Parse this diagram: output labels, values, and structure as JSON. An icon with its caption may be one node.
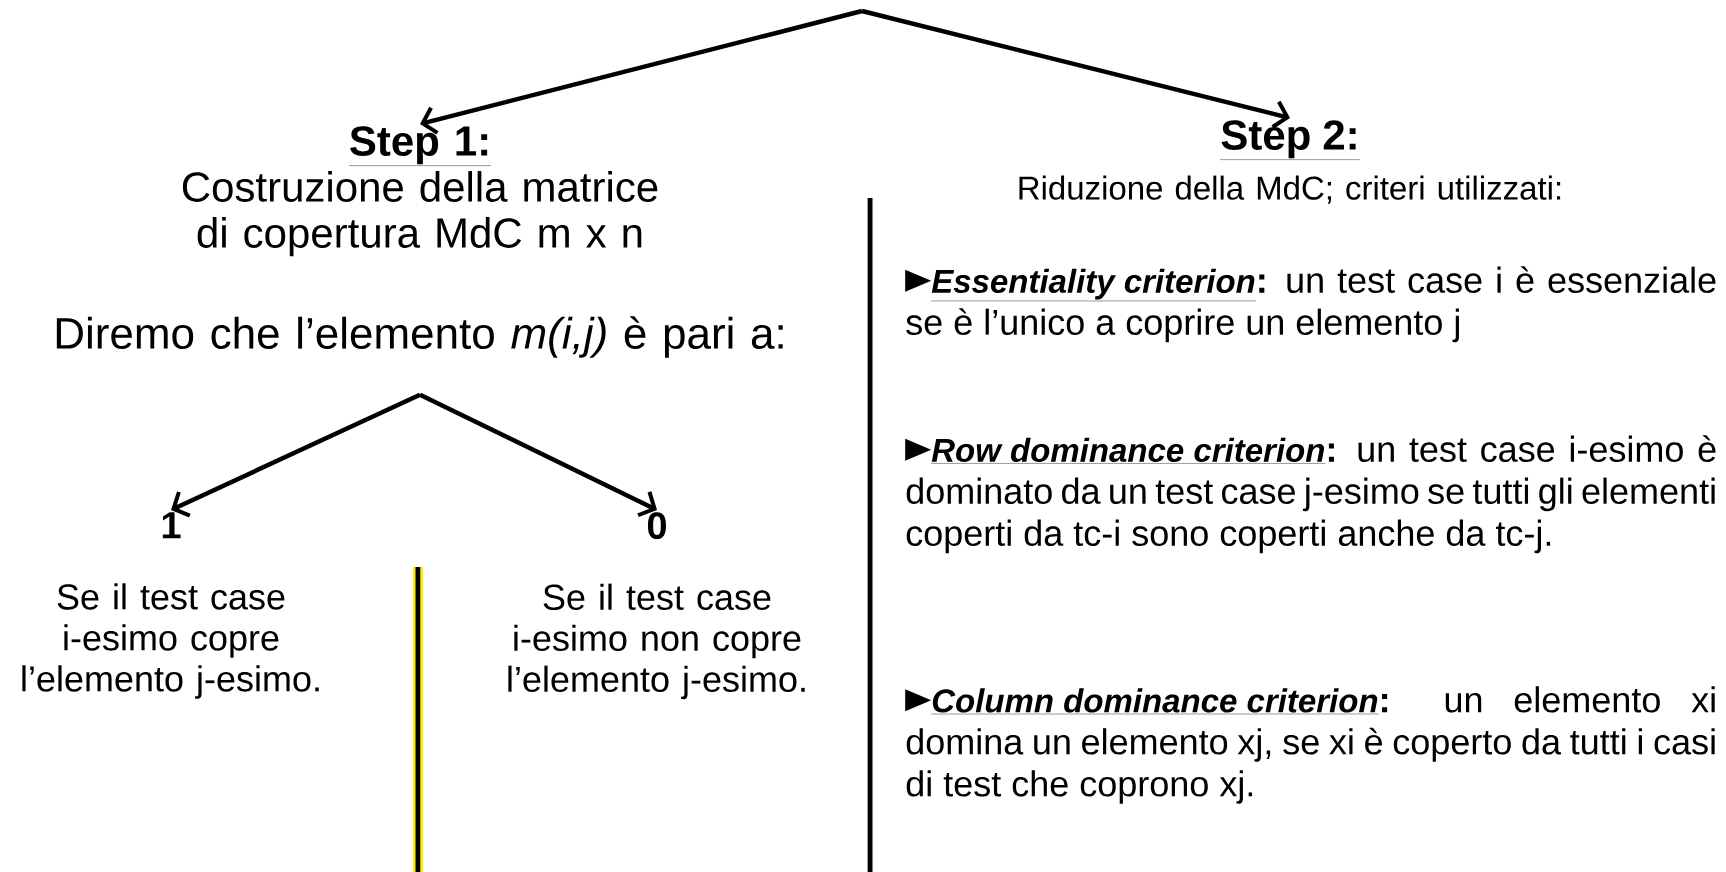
{
  "diagram": {
    "nodes": [
      {
        "text": [
          "Step 1:",
          "Costruzione della matrice di copertura MdC m x n"
        ]
      },
      {
        "text": [
          "Diremo che l’elemento  *m(i,j)* è pari a:"
        ]
      },
      {
        "text": [
          "1",
          "Se il test case i-esimo copre l’elemento j-esimo."
        ]
      },
      {
        "text": [
          "0",
          "Se il test case i-esimo non copre l’elemento j-esimo."
        ]
      },
      {
        "text": [
          "Step 2:",
          "Riduzione della MdC; criteri utilizzati:"
        ]
      }
    ],
    "edges": [
      {
        "from": null,
        "to": 0,
        "arrow": "to"
      },
      {
        "from": null,
        "to": 4,
        "arrow": "to"
      },
      {
        "from": 1,
        "to": 2,
        "arrow": "to"
      },
      {
        "from": 1,
        "to": 3,
        "arrow": "to"
      }
    ],
    "labels": [
      "Essentiality criterion",
      "**:** un test case i è essenziale se è l’unico a coprire un elemento j",
      "Row dominance criterion",
      "**:** un test case i-esimo è dominato da un test case j-esimo se tutti gli elementi coperti da tc-i sono coperti anche da tc-j.",
      "Column dominance criterion",
      "**:** un elemento xi domina un elemento xj, se xi è coperto da tutti i casi di test che coprono xj."
    ]
  }
}
